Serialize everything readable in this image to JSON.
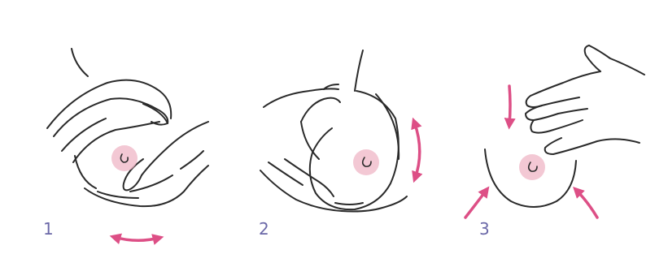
{
  "steps": [
    {
      "number": "1"
    },
    {
      "number": "2"
    },
    {
      "number": "3"
    }
  ],
  "colors": {
    "line": "#2a2a2a",
    "arrow": "#dd4f86",
    "nipple": "#efb6c6",
    "step_number": "#6b68a8"
  },
  "icons": {
    "step1_motion": "double-arrow-horizontal",
    "step2_motion": "double-arrow-vertical",
    "step3_motion": "arrows-inward"
  }
}
